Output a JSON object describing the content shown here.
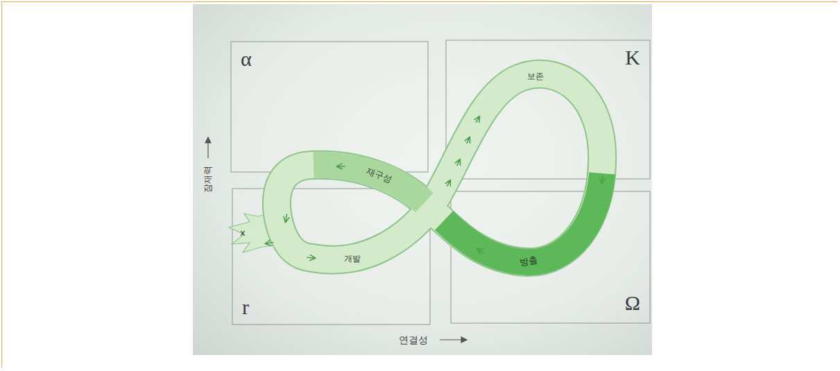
{
  "diagram": {
    "nodes": [
      {
        "text": [
          "α"
        ]
      },
      {
        "text": [
          "K"
        ]
      },
      {
        "text": [
          "r"
        ]
      },
      {
        "text": [
          "Ω"
        ]
      }
    ],
    "labels": [
      "보존",
      "재구성",
      "개발",
      "방출",
      "x",
      "잠재력",
      "연결성"
    ]
  }
}
